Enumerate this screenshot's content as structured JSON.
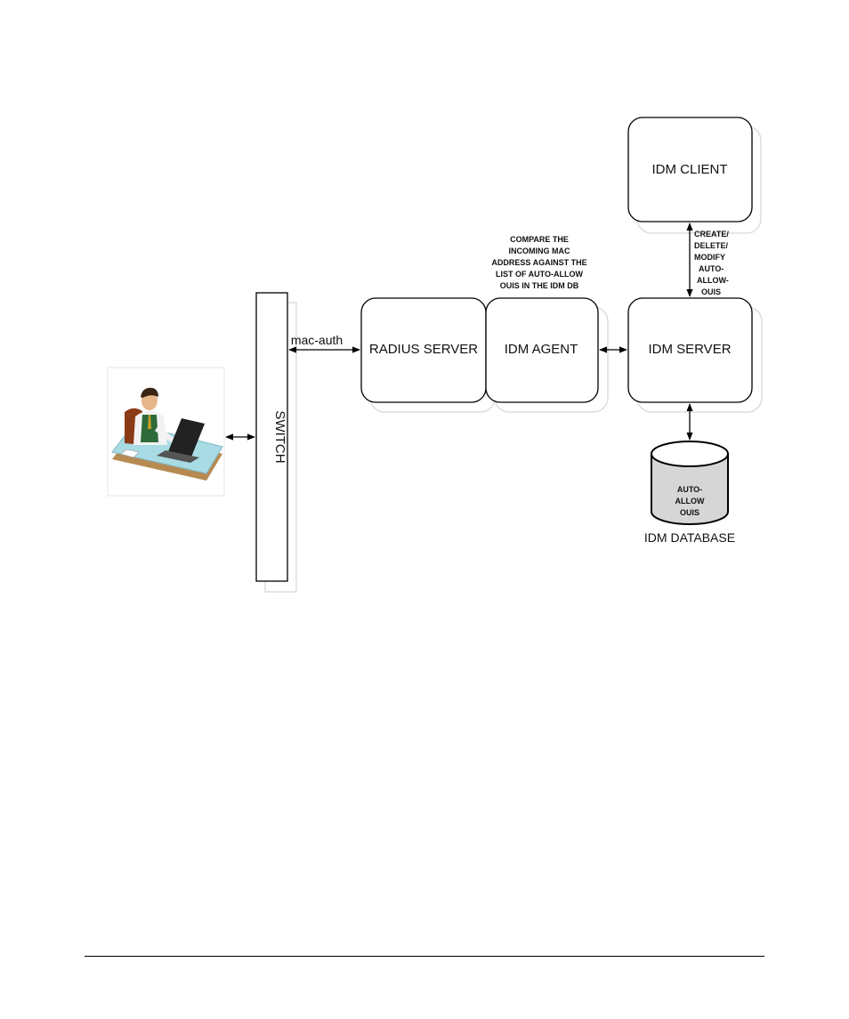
{
  "nodes": {
    "idm_client": "IDM CLIENT",
    "radius_server": "RADIUS SERVER",
    "idm_agent": "IDM AGENT",
    "idm_server": "IDM SERVER",
    "switch": "SWITCH",
    "database_label": "IDM DATABASE",
    "database_contents": [
      "AUTO-",
      "ALLOW",
      "OUIS"
    ]
  },
  "edges": {
    "switch_to_radius": "mac-auth"
  },
  "annotations": {
    "compare_note": [
      "COMPARE THE",
      "INCOMING MAC",
      "ADDRESS AGAINST THE",
      "LIST OF AUTO-ALLOW",
      "OUIS IN THE IDM DB"
    ],
    "client_server_note": [
      "CREATE/",
      "DELETE/",
      "MODIFY",
      "AUTO-",
      "ALLOW-",
      "OUIS"
    ]
  },
  "colors": {
    "line": "#000000",
    "shadow": "#dddddd",
    "db_fill": "#d6d6d6"
  },
  "icons": {
    "user": "user-at-laptop-icon"
  }
}
